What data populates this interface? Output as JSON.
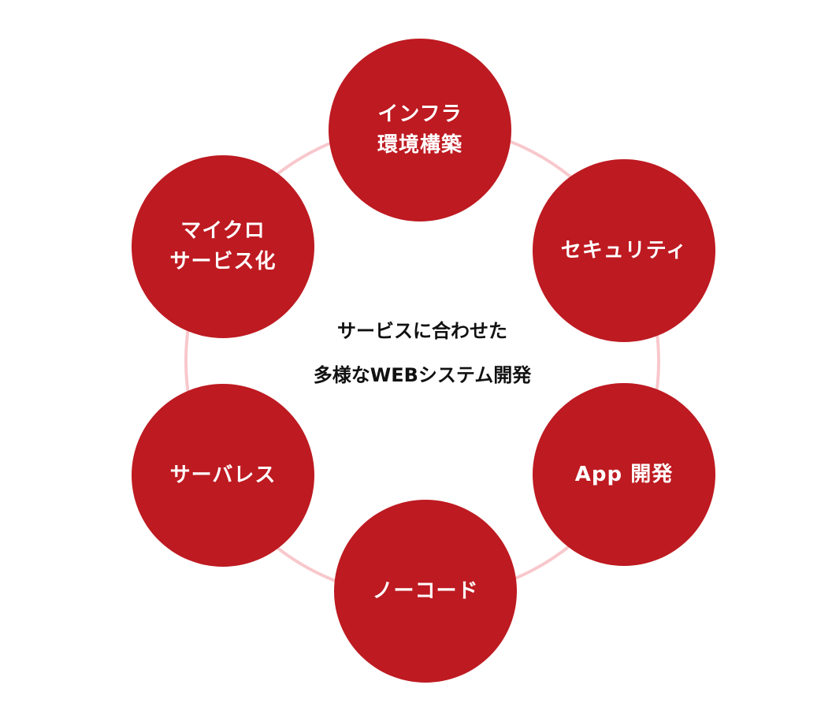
{
  "colors": {
    "node": "#BE1A21",
    "ring": "#F8C8CC"
  },
  "center": {
    "line1": "サービスに合わせた",
    "line2": "多様なWEBシステム開発"
  },
  "nodes": [
    {
      "line1": "インフラ",
      "line2": "環境構築"
    },
    {
      "line1": "セキュリティ"
    },
    {
      "line1": "App 開発"
    },
    {
      "line1": "ノーコード"
    },
    {
      "line1": "サーバレス"
    },
    {
      "line1": "マイクロ",
      "line2": "サービス化"
    }
  ]
}
